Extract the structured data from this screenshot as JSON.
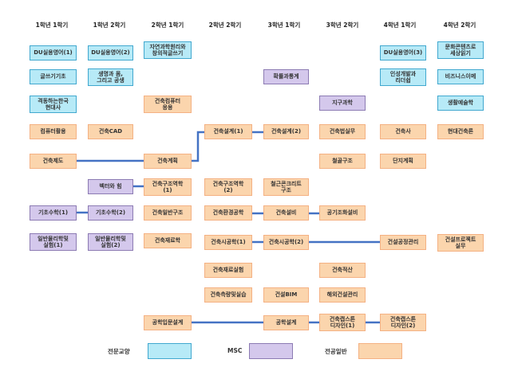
{
  "semesters": [
    "1학년 1학기",
    "1학년 2학기",
    "2학년 1학기",
    "2학년 2학기",
    "3학년 1학기",
    "3학년 2학기",
    "4학년 1학기",
    "4학년 2학기"
  ],
  "courses": {
    "c1_du1": "DU실용영어(1)",
    "c1_writing": "글쓰기기초",
    "c1_history": "격동하는한국\n현대사",
    "c1_computer": "컴퓨터활용",
    "c1_arch_sys": "건축제도",
    "c1_basic_math1": "기초수학(1)",
    "c1_physics1": "일반물리학및\n실험(1)",
    "c2_du2": "DU실용영어(2)",
    "c2_life": "생명과 몸,\n그리고 공생",
    "c2_cad": "건축CAD",
    "c2_vector": "벡터와 힘",
    "c2_basic_math2": "기초수학(2)",
    "c2_physics2": "일반물리학및\n실험(2)",
    "c3_science": "자연과학원리와\n창의적글쓰기",
    "c3_arch_computer": "건축컴퓨터\n응용",
    "c3_arch_plan": "건축계획",
    "c3_struct1": "건축구조역학\n(1)",
    "c3_general_struct": "건축일반구조",
    "c3_materials": "건축재료학",
    "c3_eng_intro": "공학입문설계",
    "c4_design1": "건축설계(1)",
    "c4_struct2": "건축구조역학\n(2)",
    "c4_env": "건축환경공학",
    "c4_construction1": "건축시공학(1)",
    "c4_material_lab": "건축재료실험",
    "c4_surveying": "건축측량및실습",
    "c5_stats": "확률과통계",
    "c5_design2": "건축설계(2)",
    "c5_concrete": "철근콘크리트\n구조",
    "c5_equipment": "건축설비",
    "c5_construction2": "건축시공학(2)",
    "c5_bim": "건설BIM",
    "c5_eng_design": "공학설계",
    "c6_earth": "지구과학",
    "c6_regulation": "건축법실무",
    "c6_steel": "철골구조",
    "c6_air": "공기조화설비",
    "c6_estimate": "건축적산",
    "c6_overseas": "해외건설관리",
    "c6_capstone1": "건축캡스톤\n디자인(1)",
    "c7_du3": "DU실용영어(3)",
    "c7_career": "인성개발과\n리더쉽",
    "c7_history": "건축사",
    "c7_site": "단지계획",
    "c7_cm": "건설공정관리",
    "c7_capstone2": "건축캡스톤\n디자인(2)",
    "c8_culture": "문화콘텐츠로\n세상읽기",
    "c8_business": "비즈니스이메",
    "c8_ecology": "생활예술학",
    "c8_modern": "현대건축론",
    "c8_project": "건설프로젝트\n실무"
  },
  "legend": {
    "edu_label": "전문교양",
    "msc_label": "MSC",
    "gen_label": "전공일반"
  },
  "colors": {
    "general": "#fbd5ad",
    "msc": "#d4c8ec",
    "liberal": "#b7eaf7",
    "line": "#4472c4"
  }
}
